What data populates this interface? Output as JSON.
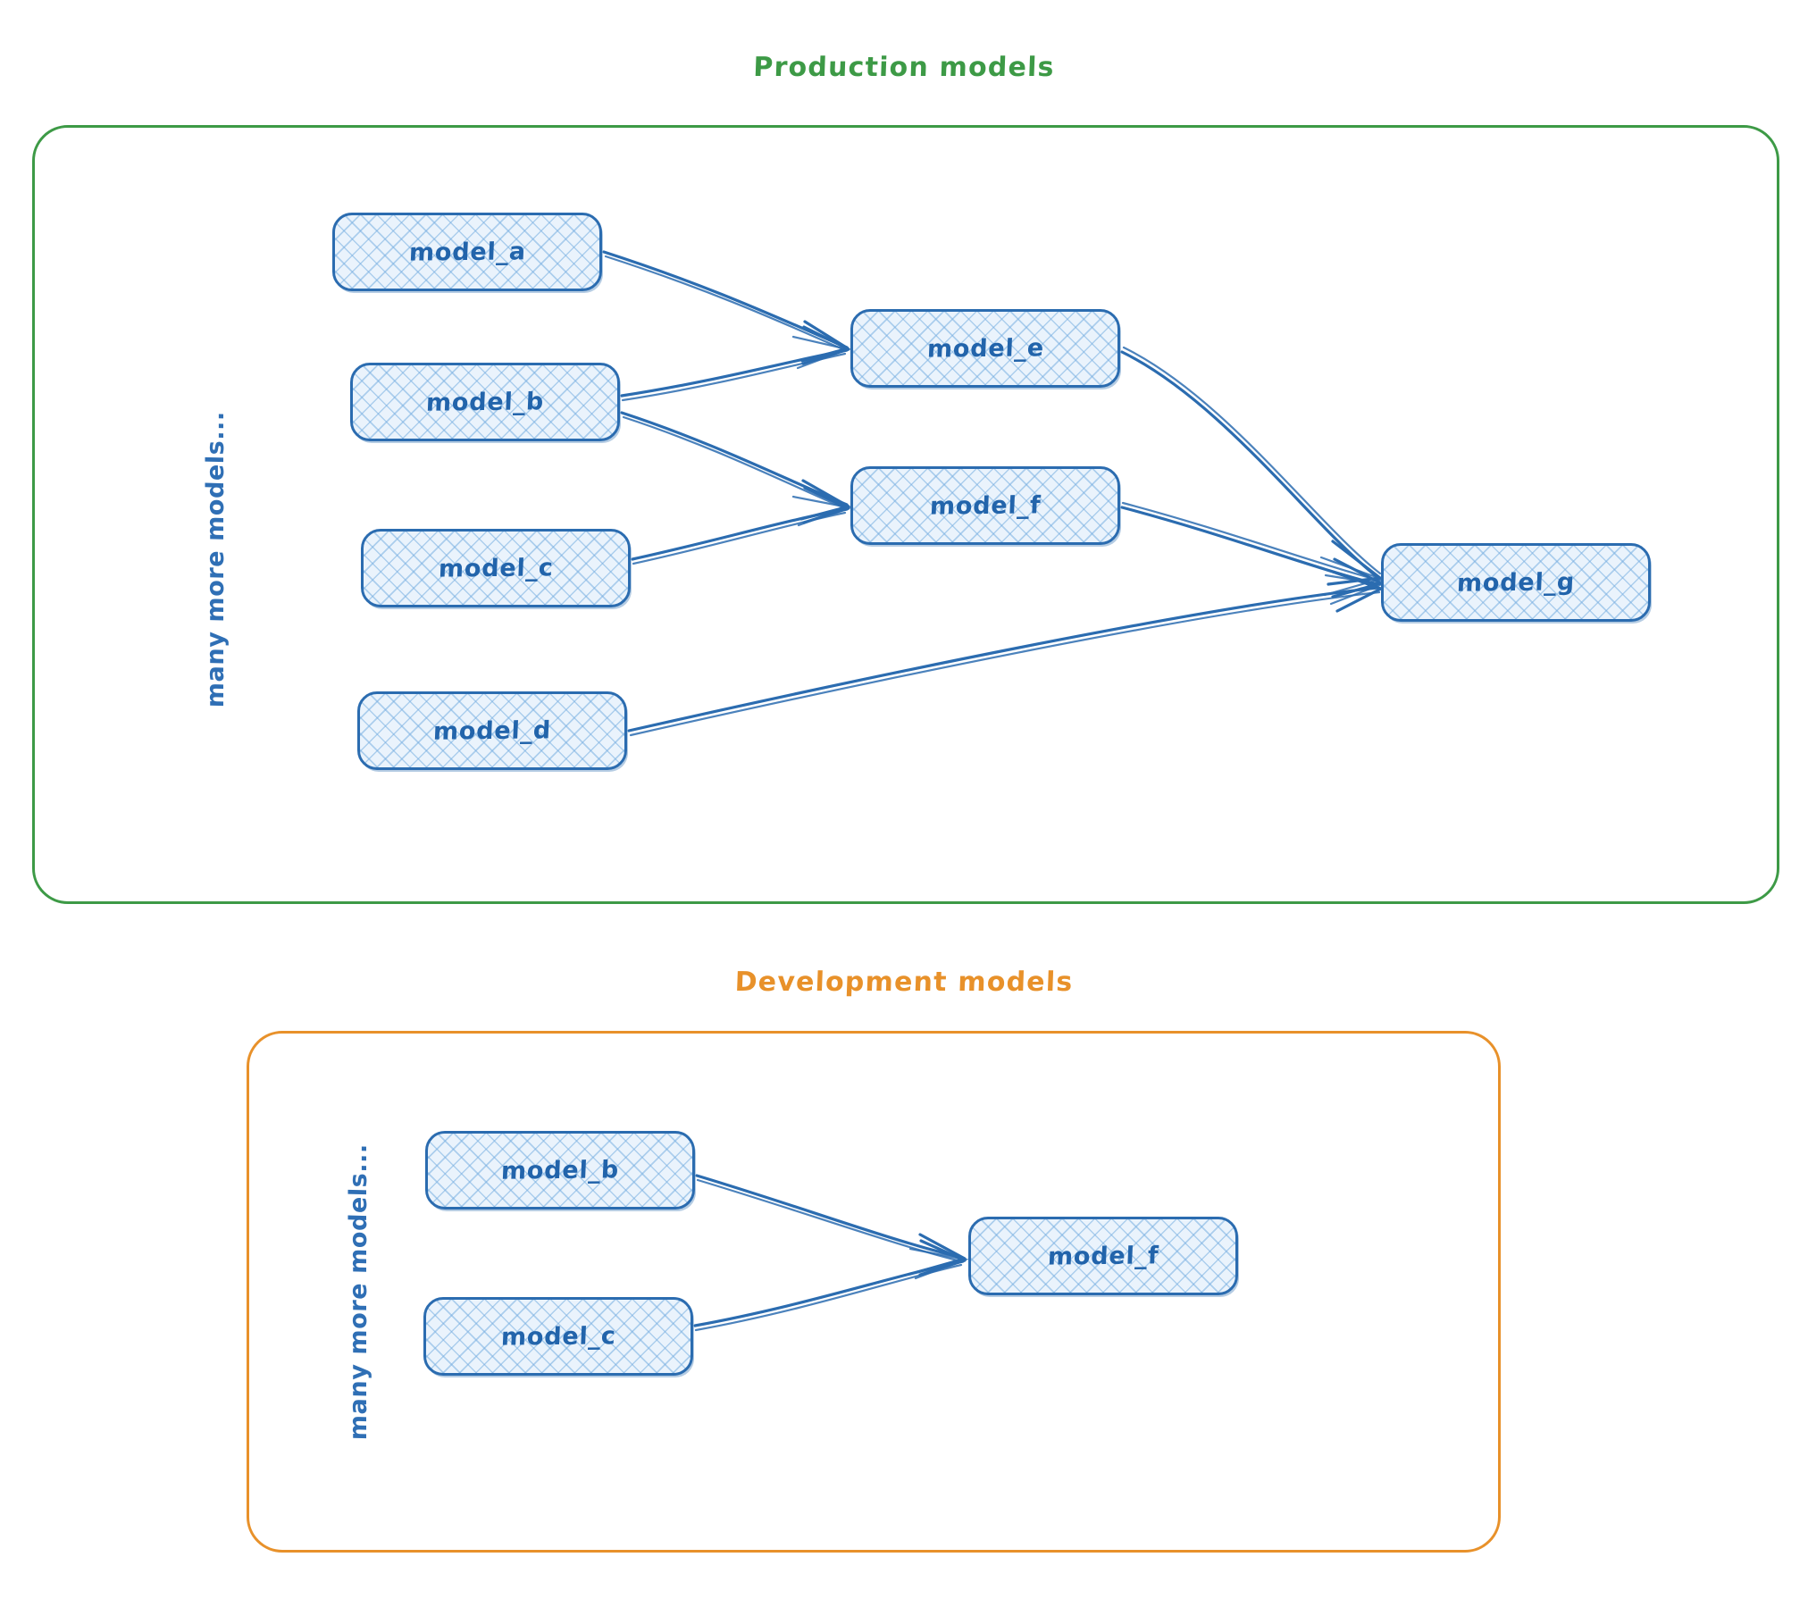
{
  "diagram": {
    "title_hidden": "",
    "sections": [
      {
        "id": "production",
        "title": "Production models",
        "color": "#3d9a46",
        "side_note": "many more models...",
        "nodes": [
          {
            "id": "model_a",
            "label": "model_a"
          },
          {
            "id": "model_b",
            "label": "model_b"
          },
          {
            "id": "model_c",
            "label": "model_c"
          },
          {
            "id": "model_d",
            "label": "model_d"
          },
          {
            "id": "model_e",
            "label": "model_e"
          },
          {
            "id": "model_f",
            "label": "model_f"
          },
          {
            "id": "model_g",
            "label": "model_g"
          }
        ],
        "edges": [
          {
            "from": "model_a",
            "to": "model_e"
          },
          {
            "from": "model_b",
            "to": "model_e"
          },
          {
            "from": "model_b",
            "to": "model_f"
          },
          {
            "from": "model_c",
            "to": "model_f"
          },
          {
            "from": "model_e",
            "to": "model_g"
          },
          {
            "from": "model_f",
            "to": "model_g"
          },
          {
            "from": "model_d",
            "to": "model_g"
          }
        ]
      },
      {
        "id": "development",
        "title": "Development models",
        "color": "#e8912a",
        "side_note": "many more models...",
        "nodes": [
          {
            "id": "model_b",
            "label": "model_b"
          },
          {
            "id": "model_c",
            "label": "model_c"
          },
          {
            "id": "model_f",
            "label": "model_f"
          }
        ],
        "edges": [
          {
            "from": "model_b",
            "to": "model_f"
          },
          {
            "from": "model_c",
            "to": "model_f"
          }
        ]
      }
    ],
    "style": {
      "node_border": "#2b6cb0",
      "node_fill": "#eaf3fc",
      "node_text": "#2264ab",
      "edge_color": "#2b6cb0",
      "background": "#ffffff"
    }
  }
}
